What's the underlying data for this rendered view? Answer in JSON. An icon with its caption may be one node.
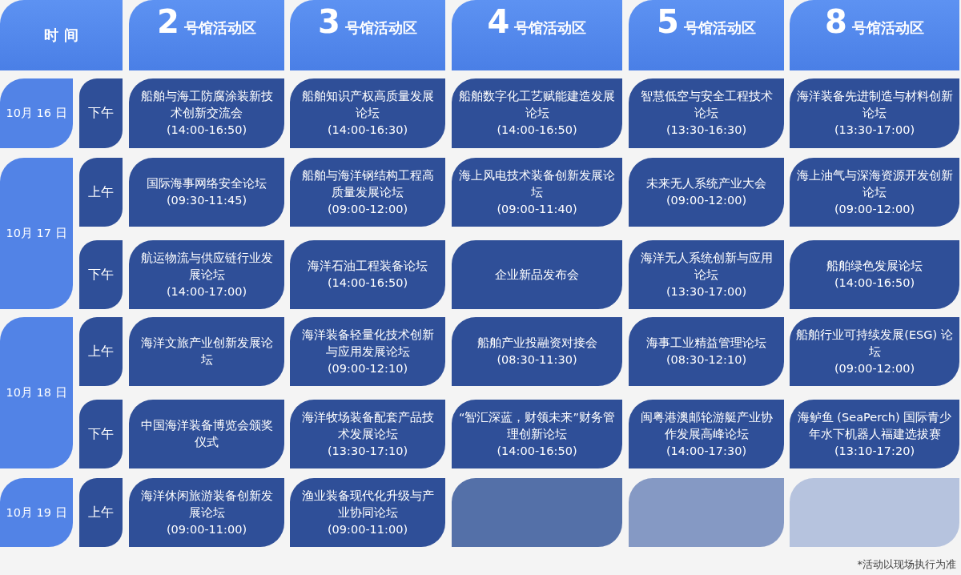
{
  "diagram": {
    "nodes": [
      {
        "text": [
          "时 间"
        ]
      },
      {
        "text": [
          "2",
          "号馆活动区"
        ]
      },
      {
        "text": [
          "3",
          "号馆活动区"
        ]
      },
      {
        "text": [
          "4",
          "号馆活动区"
        ]
      },
      {
        "text": [
          "5",
          "号馆活动区"
        ]
      },
      {
        "text": [
          "8",
          "号馆活动区"
        ]
      },
      {
        "text": [
          "10月 16 日"
        ]
      },
      {
        "text": [
          "下午"
        ]
      },
      {
        "text": [
          "船舶与海工防腐涂装新技术创新交流会",
          "(14:00-16:50)"
        ]
      },
      {
        "text": [
          "船舶知识产权高质量发展论坛",
          "(14:00-16:30)"
        ]
      },
      {
        "text": [
          "船舶数字化工艺赋能建造发展论坛",
          "(14:00-16:50)"
        ]
      },
      {
        "text": [
          "智慧低空与安全工程技术论坛",
          "(13:30-16:30)"
        ]
      },
      {
        "text": [
          "海洋装备先进制造与材料创新论坛",
          "(13:30-17:00)"
        ]
      },
      {
        "text": [
          "10月 17 日"
        ]
      },
      {
        "text": [
          "上午"
        ]
      },
      {
        "text": [
          "国际海事网络安全论坛",
          "(09:30-11:45)"
        ]
      },
      {
        "text": [
          "船舶与海洋钢结构工程高质量发展论坛",
          "(09:00-12:00)"
        ]
      },
      {
        "text": [
          "海上风电技术装备创新发展论坛",
          "(09:00-11:40)"
        ]
      },
      {
        "text": [
          "未来无人系统产业大会",
          "(09:00-12:00)"
        ]
      },
      {
        "text": [
          "海上油气与深海资源开发创新论坛",
          "(09:00-12:00)"
        ]
      },
      {
        "text": [
          "下午"
        ]
      },
      {
        "text": [
          "航运物流与供应链行业发展论坛",
          "(14:00-17:00)"
        ]
      },
      {
        "text": [
          "海洋石油工程装备论坛",
          "(14:00-16:50)"
        ]
      },
      {
        "text": [
          "企业新品发布会"
        ]
      },
      {
        "text": [
          "海洋无人系统创新与应用论坛",
          "(13:30-17:00)"
        ]
      },
      {
        "text": [
          "船舶绿色发展论坛",
          "(14:00-16:50)"
        ]
      },
      {
        "text": [
          "10月 18 日"
        ]
      },
      {
        "text": [
          "上午"
        ]
      },
      {
        "text": [
          "海洋文旅产业创新发展论坛"
        ]
      },
      {
        "text": [
          "海洋装备轻量化技术创新与应用发展论坛",
          "(09:00-12:10)"
        ]
      },
      {
        "text": [
          "船舶产业投融资对接会",
          "(08:30-11:30)"
        ]
      },
      {
        "text": [
          "海事工业精益管理论坛",
          "(08:30-12:10)"
        ]
      },
      {
        "text": [
          "船舶行业可持续发展(ESG) 论坛",
          "(09:00-12:00)"
        ]
      },
      {
        "text": [
          "下午"
        ]
      },
      {
        "text": [
          "中国海洋装备博览会颁奖仪式"
        ]
      },
      {
        "text": [
          "海洋牧场装备配套产品技术发展论坛",
          "(13:30-17:10)"
        ]
      },
      {
        "text": [
          "“智汇深蓝，财领未来”财务管理创新论坛",
          "(14:00-16:50)"
        ]
      },
      {
        "text": [
          "闽粤港澳邮轮游艇产业协作发展高峰论坛",
          "(14:00-17:30)"
        ]
      },
      {
        "text": [
          "海鲈鱼 (SeaPerch) 国际青少年水下机器人福建选拔赛",
          "(13:10-17:20)"
        ]
      },
      {
        "text": [
          "10月 19 日"
        ]
      },
      {
        "text": [
          "上午"
        ]
      },
      {
        "text": [
          "海洋休闲旅游装备创新发展论坛",
          "(09:00-11:00)"
        ]
      },
      {
        "text": [
          "渔业装备现代化升级与产业协同论坛",
          "(09:00-11:00)"
        ]
      },
      {
        "text": [],
        "shape": "box"
      },
      {
        "text": [],
        "shape": "box"
      },
      {
        "text": [],
        "shape": "box"
      }
    ],
    "labels": [
      "*活动以现场执行为准"
    ]
  }
}
